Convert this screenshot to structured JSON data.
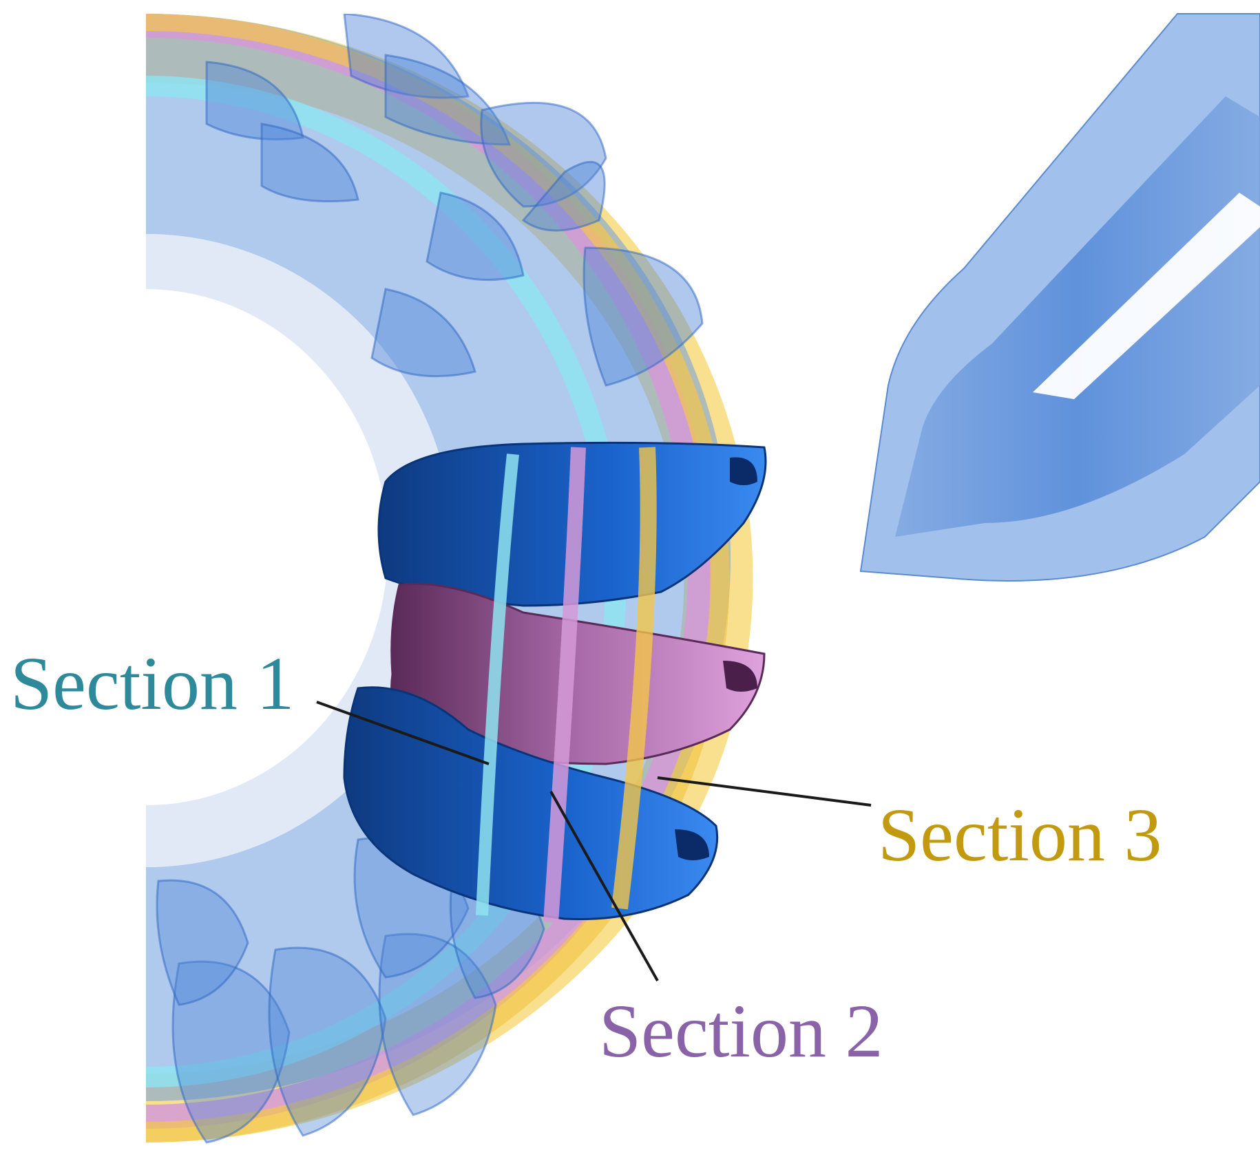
{
  "figure": {
    "labels": {
      "section_1": "Section 1",
      "section_2": "Section 2",
      "section_3": "Section 3"
    },
    "colors": {
      "section_1": "#2e8a9a",
      "section_2": "#8a62a8",
      "section_3": "#c29a10",
      "bucket_blue": "#1f6fd8",
      "bucket_dark": "#0f3f88",
      "bucket_pink": "#c77fb8",
      "ring_yellow": "#f6d66a",
      "ring_pink": "#d59ad8",
      "ring_cyan": "#8fe3f0",
      "nozzle": "#5a8fd8"
    }
  }
}
